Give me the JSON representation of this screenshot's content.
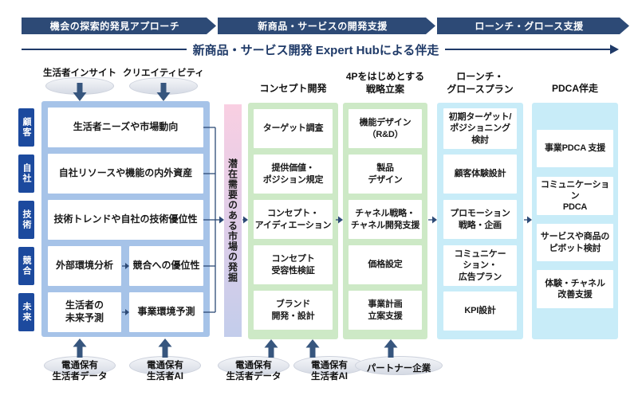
{
  "banners": [
    "機会の探索的発見アプローチ",
    "新商品・サービスの開発支援",
    "ローンチ・グロース支援"
  ],
  "expert_arrow_label": "新商品・サービス開発 Expert Hubによる伴走",
  "top_sources": [
    "生活者インサイト",
    "クリエイティビティ"
  ],
  "left_panel": {
    "row_tags": [
      "顧客",
      "自社",
      "技術",
      "競合",
      "未来"
    ],
    "boxes": {
      "customer": "生活者ニーズや市場動向",
      "company": "自社リソースや機能の内外資産",
      "tech": "技術トレンドや自社の技術優位性",
      "competitor_analysis": "外部環境分析",
      "competitor_advantage": "競合への優位性",
      "future_forecast": "生活者の\n未来予測",
      "business_env_forecast": "事業環境予測"
    }
  },
  "market_bar_label": "潜在需要のある市場の発掘",
  "columns": [
    {
      "header": "コンセプト開発",
      "items": [
        "ターゲット調査",
        "提供価値・\nポジション規定",
        "コンセプト・\nアイディエーション",
        "コンセプト\n受容性検証",
        "ブランド\n開発・設計"
      ]
    },
    {
      "header": "4Pをはじめとする\n戦略立案",
      "items": [
        "機能デザイン\n（R&D）",
        "製品\nデザイン",
        "チャネル戦略・\nチャネル開発支援",
        "価格設定",
        "事業計画\n立案支援"
      ]
    },
    {
      "header": "ローンチ・\nグロースプラン",
      "items": [
        "初期ターゲット/\nポジショニング\n検討",
        "顧客体験設計",
        "プロモーション\n戦略・企画",
        "コミュニケー\nション・\n広告プラン",
        "KPI設計"
      ]
    },
    {
      "header": "PDCA伴走",
      "items": [
        "事業PDCA 支援",
        "コミュニケーション\nPDCA",
        "サービスや商品の\nピボット検討",
        "体験・チャネル\n改善支援"
      ]
    }
  ],
  "bottom_sources": [
    "電通保有\n生活者データ",
    "電通保有\n生活者AI",
    "電通保有\n生活者データ",
    "電通保有\n生活者AI",
    "パートナー企業"
  ],
  "colors": {
    "navy": "#2d4a76",
    "deep_blue": "#1c4a9e",
    "panel_blue": "#a6c3e8",
    "pink_top": "#f9cfe2",
    "lavender_bottom": "#c3cdeb",
    "green": "#cde9c6",
    "cyan": "#c8ecf8",
    "arrow_steel": "#37567e"
  }
}
